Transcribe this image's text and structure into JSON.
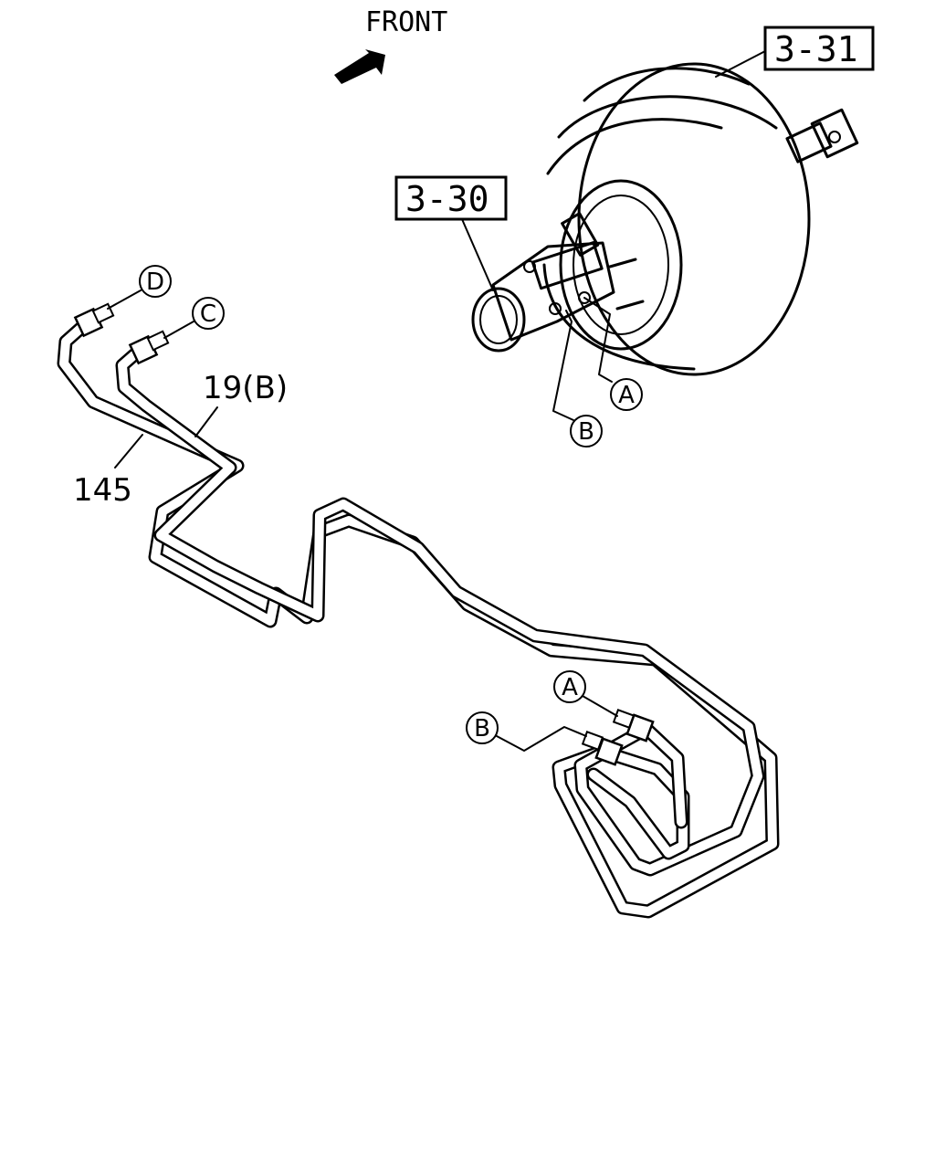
{
  "front_label": "FRONT",
  "ref_boxes": {
    "booster": "3-31",
    "master_cylinder": "3-30"
  },
  "part_labels": {
    "pipe_rear": "145",
    "pipe_front": "19(B)"
  },
  "connection_letters": {
    "a": "A",
    "b": "B",
    "c": "C",
    "d": "D"
  },
  "icons": {
    "front_arrow": "front-arrow-icon"
  }
}
